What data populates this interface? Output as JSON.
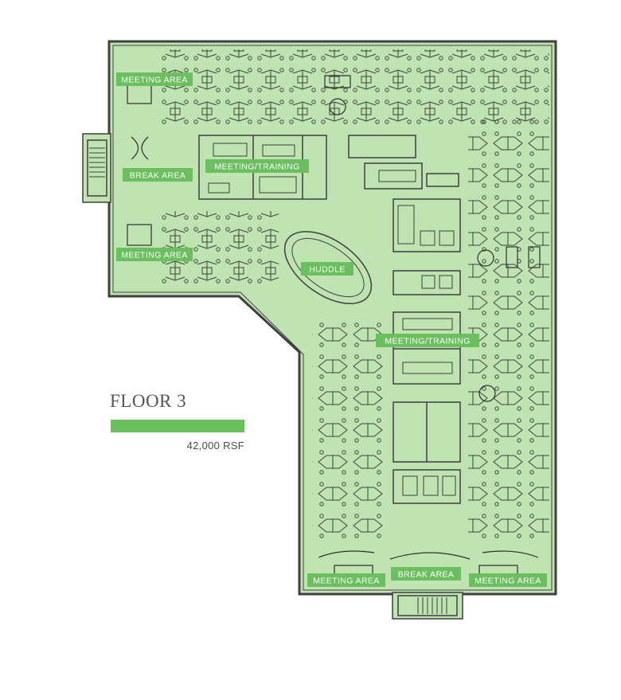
{
  "floor": {
    "title": "FLOOR 3",
    "area": "42,000 RSF",
    "bar_color": "#6cbf5f"
  },
  "colors": {
    "plan_fill": "#bfe4b2",
    "wall": "#3f3f3f",
    "furniture_line": "#2f2f2f",
    "label_bg": "#6cbf5f",
    "label_text": "#ffffff"
  },
  "rooms": [
    {
      "id": "meeting-area-nw",
      "label": "MEETING AREA"
    },
    {
      "id": "break-area-west",
      "label": "BREAK AREA"
    },
    {
      "id": "meeting-training-north",
      "label": "MEETING/TRAINING"
    },
    {
      "id": "meeting-area-west",
      "label": "MEETING AREA"
    },
    {
      "id": "huddle",
      "label": "HUDDLE"
    },
    {
      "id": "meeting-training-center",
      "label": "MEETING/TRAINING"
    },
    {
      "id": "meeting-area-south-left",
      "label": "MEETING AREA"
    },
    {
      "id": "break-area-south",
      "label": "BREAK AREA"
    },
    {
      "id": "meeting-area-south-right",
      "label": "MEETING AREA"
    }
  ]
}
